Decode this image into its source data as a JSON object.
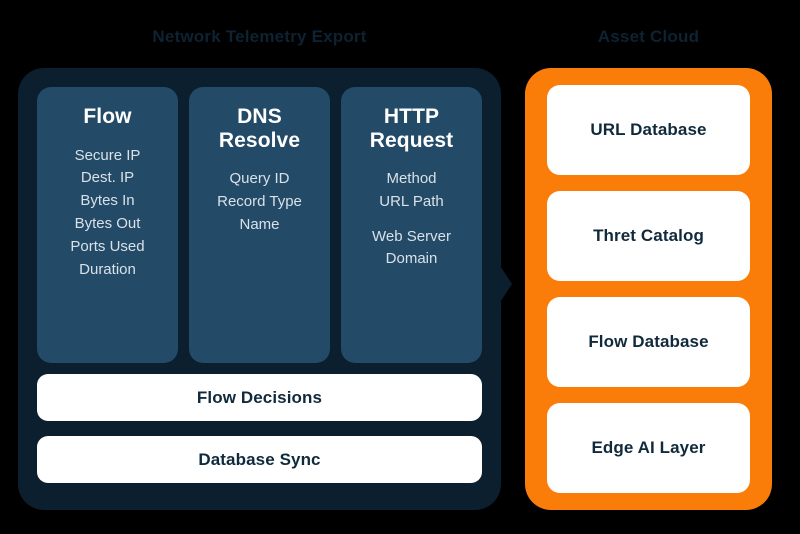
{
  "colors": {
    "background": "#000000",
    "panel_dark": "#0b1f2e",
    "card_blue": "#234a66",
    "accent_orange": "#fa7d09",
    "card_white": "#ffffff",
    "text_dark": "#102a3c",
    "title_dark": "#0d2232",
    "text_light": "#d8e1e8"
  },
  "left_panel": {
    "title": "Network Telemetry Export",
    "cards": [
      {
        "title": "Flow",
        "items": [
          "Secure IP",
          "Dest. IP",
          "Bytes In",
          "Bytes Out",
          "Ports Used",
          "Duration"
        ]
      },
      {
        "title": "DNS Resolve",
        "title_line1": "DNS",
        "title_line2": "Resolve",
        "items": [
          "Query ID",
          "Record Type",
          "Name"
        ]
      },
      {
        "title": "HTTP Request",
        "title_line1": "HTTP",
        "title_line2": "Request",
        "items": [
          "Method",
          "URL Path",
          "Web Server",
          "Domain"
        ]
      }
    ],
    "bars": [
      {
        "label": "Flow Decisions"
      },
      {
        "label": "Database Sync"
      }
    ]
  },
  "right_panel": {
    "title": "Asset Cloud",
    "cards": [
      {
        "label": "URL Database"
      },
      {
        "label": "Thret Catalog"
      },
      {
        "label": "Flow Database"
      },
      {
        "label": "Edge AI Layer"
      }
    ]
  },
  "connector": {
    "name": "arrow-right-icon",
    "direction": "right"
  }
}
